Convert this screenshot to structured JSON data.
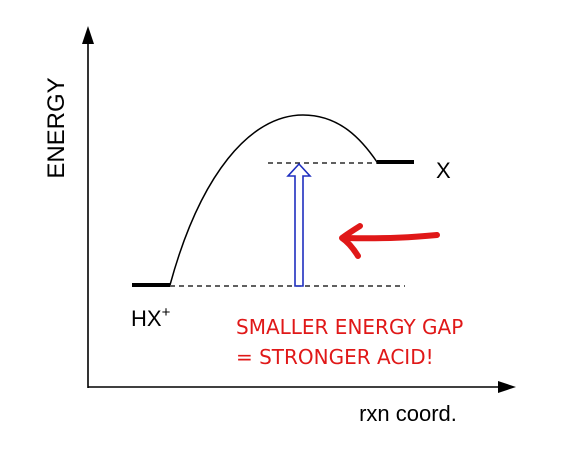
{
  "axes": {
    "y_label": "ENERGY",
    "x_label": "rxn coord."
  },
  "species": {
    "reactant": {
      "label": "HX",
      "charge": "+"
    },
    "product": {
      "label": "X"
    }
  },
  "annotation": {
    "line1": "SMALLER ENERGY GAP",
    "line2": "= STRONGER ACID!"
  },
  "colors": {
    "axes": "#000000",
    "curve": "#000000",
    "gap_arrow": "#1f2fbf",
    "annotation": "#e01818",
    "pointer_arrow": "#e01818"
  }
}
